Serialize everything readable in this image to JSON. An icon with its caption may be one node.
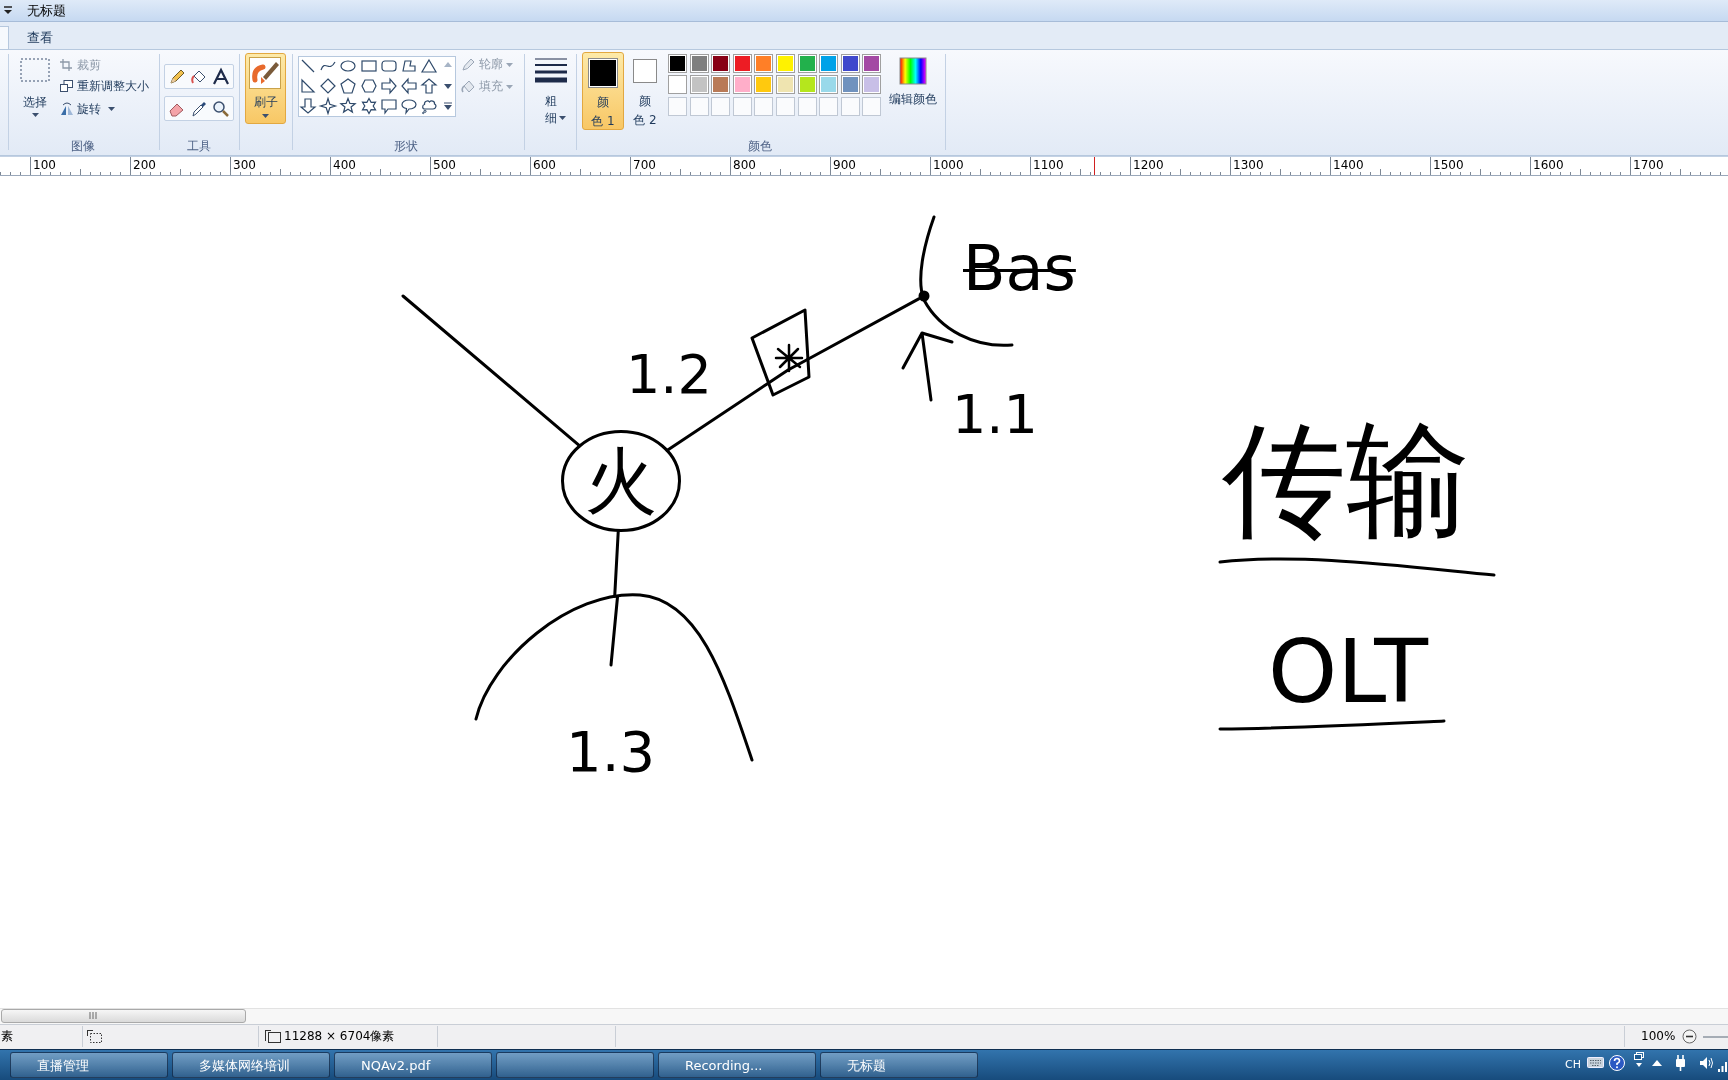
{
  "diagram": {
    "nodes": [
      {
        "text": [
          "火"
        ]
      },
      {
        "text": [],
        "shape": "box"
      },
      {
        "text": [],
        "shape": "circle"
      },
      {
        "text": [
          "1.3"
        ]
      }
    ],
    "edges": [
      {
        "from": 0,
        "to": null,
        "arrow": "none"
      },
      {
        "from": 0,
        "to": 1,
        "arrow": "none"
      },
      {
        "from": 1,
        "to": 2,
        "arrow": "none"
      },
      {
        "from": 0,
        "to": 3,
        "arrow": "none"
      }
    ],
    "labels": [
      "无标题",
      "查看",
      "选择",
      "裁剪",
      "重新调整大小",
      "旋转",
      "图像",
      "工具",
      "刷子",
      "形状",
      "轮廓",
      "填充",
      "粗细",
      "颜色 1",
      "颜色 2",
      "编辑颜色",
      "颜色",
      "100",
      "200",
      "300",
      "400",
      "500",
      "600",
      "700",
      "800",
      "900",
      "1000",
      "1100",
      "1200",
      "1300",
      "1400",
      "1500",
      "1600",
      "1700",
      "Bas",
      "1.2",
      "1.1",
      "传输",
      "OLT",
      "素",
      "11288 × 6704像素",
      "100%",
      "直播管理",
      "多媒体网络培训",
      "NQAv2.pdf",
      "Recording...",
      "无标题",
      "CH"
    ]
  }
}
